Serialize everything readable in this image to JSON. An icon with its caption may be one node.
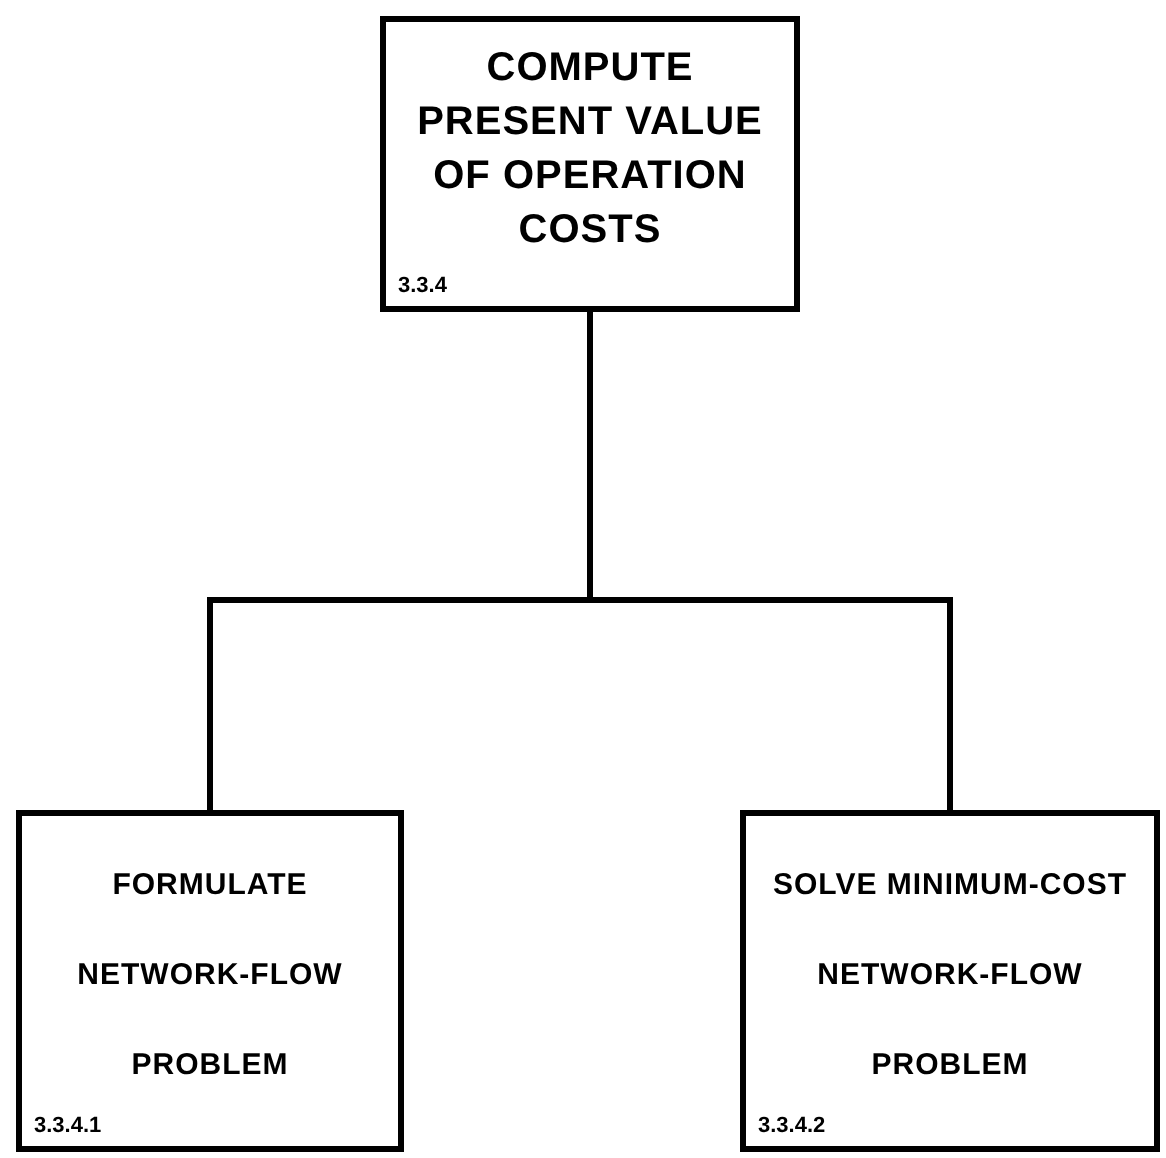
{
  "diagram": {
    "nodes": [
      {
        "text": [
          "COMPUTE PRESENT VALUE OF OPERATION COSTS",
          "3.3.4"
        ]
      },
      {
        "text": [
          "FORMULATE NETWORK-FLOW PROBLEM",
          "3.3.4.1"
        ]
      },
      {
        "text": [
          "SOLVE MINIMUM-COST NETWORK-FLOW PROBLEM",
          "3.3.4.2"
        ]
      }
    ],
    "edges": [
      {
        "from": 0,
        "to": 1,
        "arrow": "none"
      },
      {
        "from": 0,
        "to": 2,
        "arrow": "none"
      }
    ]
  }
}
